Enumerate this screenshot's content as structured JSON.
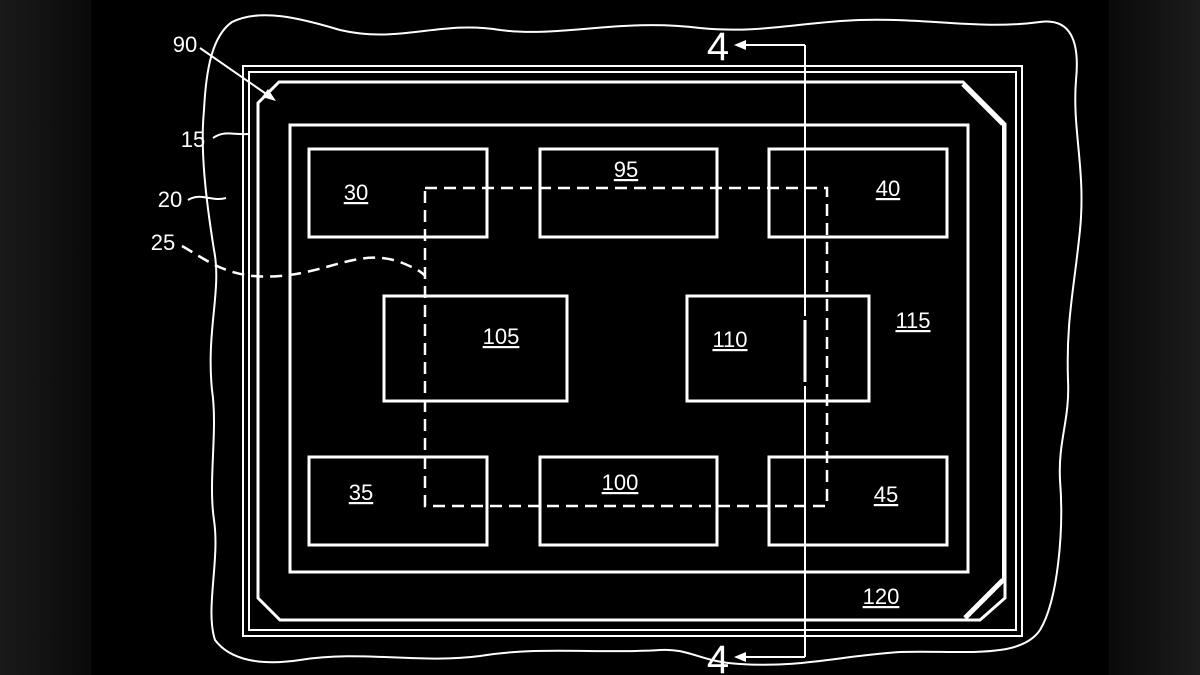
{
  "figure": {
    "section_marker_top": "4",
    "section_marker_bottom": "4",
    "ref_90": "90",
    "ref_15": "15",
    "ref_20": "20",
    "ref_25": "25",
    "ref_30": "30",
    "ref_95": "95",
    "ref_40": "40",
    "ref_105": "105",
    "ref_110": "110",
    "ref_115": "115",
    "ref_35": "35",
    "ref_100": "100",
    "ref_45": "45",
    "ref_120": "120"
  }
}
